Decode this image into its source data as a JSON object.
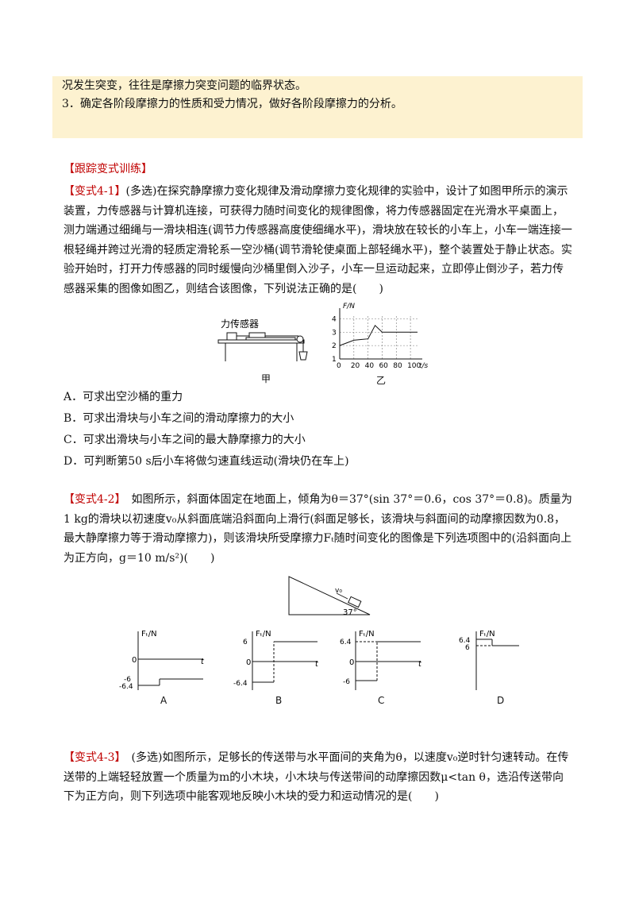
{
  "tip": {
    "line1": "况发生突变，往往是摩擦力突变问题的临界状态。",
    "line2": "3．确定各阶段摩擦力的性质和受力情况，做好各阶段摩擦力的分析。"
  },
  "section_title": "【跟踪变式训练】",
  "q41": {
    "tag": "【变式4-1】",
    "text": "(多选)在探究静摩擦力变化规律及滑动摩擦力变化规律的实验中，设计了如图甲所示的演示装置，力传感器与计算机连接，可获得力随时间变化的规律图像，将力传感器固定在光滑水平桌面上，测力端通过细绳与一滑块相连(调节力传感器高度使细绳水平)，滑块放在较长的小车上，小车一端连接一根轻绳并跨过光滑的轻质定滑轮系一空沙桶(调节滑轮使桌面上部轻绳水平)，整个装置处于静止状态。实验开始时，打开力传感器的同时缓慢向沙桶里倒入沙子，小车一旦运动起来，立即停止倒沙子，若力传感器采集的图像如图乙，则结合该图像，下列说法正确的是(　　)",
    "fig_jia_label": "力传感器",
    "fig_jia_caption": "甲",
    "fig_yi_caption": "乙",
    "options": [
      "A．可求出空沙桶的重力",
      "B．可求出滑块与小车之间的滑动摩擦力的大小",
      "C．可求出滑块与小车之间的最大静摩擦力的大小",
      "D．可判断第50 s后小车将做匀速直线运动(滑块仍在车上)"
    ]
  },
  "q42": {
    "tag": "【变式4-2】",
    "text": "　如图所示，斜面体固定在地面上，倾角为θ＝37°(sin 37°＝0.6，cos 37°＝0.8)。质量为1 kg的滑块以初速度v₀从斜面底端沿斜面向上滑行(斜面足够长，该滑块与斜面间的动摩擦因数为0.8，最大静摩擦力等于滑动摩擦力)，则该滑块所受摩擦力Fₜ随时间变化的图像是下列选项图中的(沿斜面向上为正方向，g＝10 m/s²)(　　)",
    "incline_v": "v₀",
    "incline_angle": "37°",
    "graph_ylabel": "Fₜ/N",
    "graph_xlabel": "t",
    "graph_zero": "0",
    "graphs": [
      {
        "caption": "A",
        "ticks": [
          "-6",
          "-6.4"
        ]
      },
      {
        "caption": "B",
        "ticks": [
          "6",
          "-6.4"
        ]
      },
      {
        "caption": "C",
        "ticks": [
          "6.4",
          "-6"
        ]
      },
      {
        "caption": "D",
        "ticks": [
          "6.4",
          "6"
        ]
      }
    ]
  },
  "q43": {
    "tag": "【变式4-3】",
    "text": "　(多选)如图所示，足够长的传送带与水平面间的夹角为θ，以速度v₀逆时针匀速转动。在传送带的上端轻轻放置一个质量为m的小木块，小木块与传送带间的动摩擦因数μ<tan θ，选沿传送带向下为正方向，则下列选项中能客观地反映小木块的受力和运动情况的是(　　)"
  },
  "chart_data": {
    "type": "line",
    "title": "",
    "xlabel": "t/s",
    "ylabel": "F/N",
    "x_ticks": [
      0,
      20,
      40,
      60,
      80,
      100
    ],
    "y_ticks": [
      1,
      2,
      3,
      4
    ],
    "xlim": [
      0,
      110
    ],
    "ylim": [
      1,
      4.2
    ],
    "grid": true,
    "series": [
      {
        "x": [
          0,
          10,
          20,
          30,
          40,
          50,
          60,
          80,
          100,
          110
        ],
        "values": [
          2.0,
          2.2,
          2.4,
          2.45,
          2.5,
          3.5,
          3.0,
          3.0,
          3.0,
          3.0
        ]
      }
    ]
  }
}
